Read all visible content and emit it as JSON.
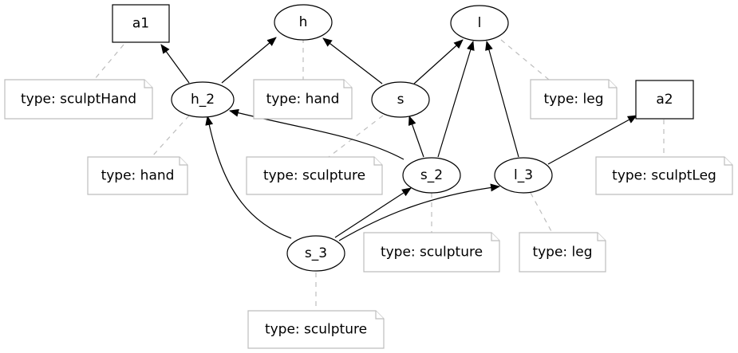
{
  "diagram": {
    "nodes": [
      {
        "id": "a1",
        "label": "a1",
        "shape": "box"
      },
      {
        "id": "h",
        "label": "h",
        "shape": "ellipse"
      },
      {
        "id": "l",
        "label": "l",
        "shape": "ellipse"
      },
      {
        "id": "h_2",
        "label": "h_2",
        "shape": "ellipse"
      },
      {
        "id": "s",
        "label": "s",
        "shape": "ellipse"
      },
      {
        "id": "a2",
        "label": "a2",
        "shape": "box"
      },
      {
        "id": "s_2",
        "label": "s_2",
        "shape": "ellipse"
      },
      {
        "id": "l_3",
        "label": "l_3",
        "shape": "ellipse"
      },
      {
        "id": "s_3",
        "label": "s_3",
        "shape": "ellipse"
      }
    ],
    "notes": [
      {
        "id": "n_a1",
        "text": "type: sculptHand",
        "attached_to": "a1"
      },
      {
        "id": "n_h",
        "text": "type: hand",
        "attached_to": "h"
      },
      {
        "id": "n_l",
        "text": "type: leg",
        "attached_to": "l"
      },
      {
        "id": "n_h2",
        "text": "type: hand",
        "attached_to": "h_2"
      },
      {
        "id": "n_s",
        "text": "type: sculpture",
        "attached_to": "s"
      },
      {
        "id": "n_a2",
        "text": "type: sculptLeg",
        "attached_to": "a2"
      },
      {
        "id": "n_s2",
        "text": "type: sculpture",
        "attached_to": "s_2"
      },
      {
        "id": "n_l3",
        "text": "type: leg",
        "attached_to": "l_3"
      },
      {
        "id": "n_s3",
        "text": "type: sculpture",
        "attached_to": "s_3"
      }
    ],
    "edges": [
      {
        "from": "h_2",
        "to": "a1"
      },
      {
        "from": "h_2",
        "to": "h"
      },
      {
        "from": "s",
        "to": "h"
      },
      {
        "from": "s",
        "to": "l"
      },
      {
        "from": "s_2",
        "to": "h_2"
      },
      {
        "from": "s_2",
        "to": "s"
      },
      {
        "from": "s_2",
        "to": "l"
      },
      {
        "from": "l_3",
        "to": "l"
      },
      {
        "from": "l_3",
        "to": "a2"
      },
      {
        "from": "s_3",
        "to": "h_2"
      },
      {
        "from": "s_3",
        "to": "s_2"
      },
      {
        "from": "s_3",
        "to": "l_3"
      }
    ]
  }
}
